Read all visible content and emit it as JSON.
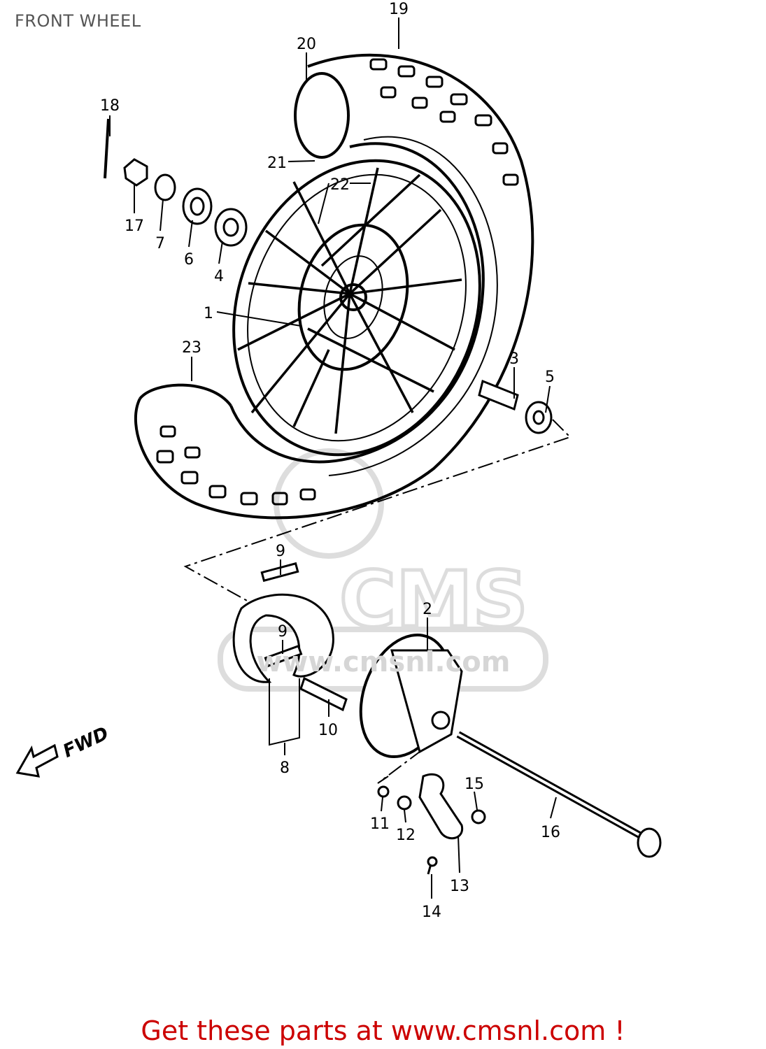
{
  "header": {
    "title": "FRONT WHEEL"
  },
  "diagram": {
    "callouts": {
      "p1": "1",
      "p2": "2",
      "p3": "3",
      "p4": "4",
      "p5": "5",
      "p6": "6",
      "p7": "7",
      "p8": "8",
      "p9a": "9",
      "p9b": "9",
      "p10": "10",
      "p11": "11",
      "p12": "12",
      "p13": "13",
      "p14": "14",
      "p15": "15",
      "p16": "16",
      "p17": "17",
      "p18": "18",
      "p19": "19",
      "p20": "20",
      "p21": "21",
      "p22": "22",
      "p23": "23"
    },
    "direction_label": "FWD",
    "watermark": "CMS www.cmsnl.com"
  },
  "footer": {
    "text": "Get these parts at www.cmsnl.com !",
    "color": "#cc0000"
  }
}
